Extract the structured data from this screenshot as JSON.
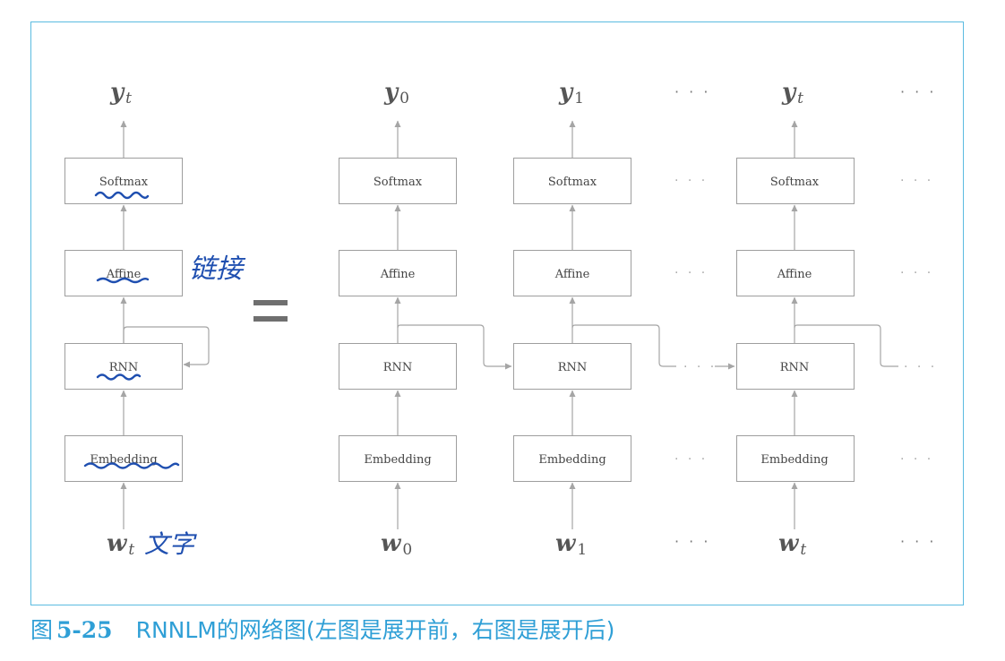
{
  "layers": {
    "softmax": "Softmax",
    "affine": "Affine",
    "rnn": "RNN",
    "embedding": "Embedding"
  },
  "columns": [
    {
      "output_var": "y",
      "output_sub": "t",
      "input_var": "w",
      "input_sub": "t"
    },
    {
      "output_var": "y",
      "output_sub": "0",
      "input_var": "w",
      "input_sub": "0"
    },
    {
      "output_var": "y",
      "output_sub": "1",
      "input_var": "w",
      "input_sub": "1"
    },
    {
      "output_var": "y",
      "output_sub": "t",
      "input_var": "w",
      "input_sub": "t"
    }
  ],
  "ellipsis": "· · ·",
  "equals_sign": "=",
  "handwritten_annotations": [
    "链接",
    "文字"
  ],
  "caption": {
    "label": "图",
    "number": "5-25",
    "text": "RNNLM的网络图(左图是展开前，右图是展开后)"
  },
  "colors": {
    "frame_border": "#5bbbe0",
    "caption": "#2f9fd6",
    "handwriting": "#1f4fb0",
    "box_border": "#9e9e9e",
    "arrow": "#a5a5a5"
  }
}
